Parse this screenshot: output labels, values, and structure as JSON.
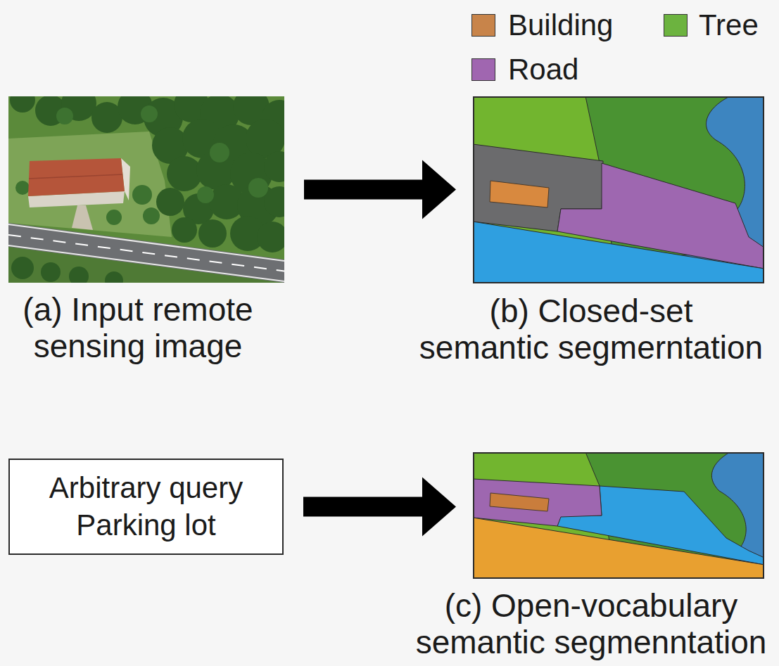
{
  "diagram": {
    "nodes": [
      {
        "text": [
          "(a) Input remote sensing image"
        ]
      },
      {
        "text": [
          "(b) Closed-set semantic segmerntation"
        ]
      },
      {
        "text": [
          "Arbitrary query",
          "Parking lot"
        ]
      },
      {
        "text": [
          "(c) Open-vocabulary semantic segmenntation"
        ]
      }
    ],
    "edges": [
      {
        "from": 0,
        "to": 1,
        "arrow": "to"
      },
      {
        "from": 2,
        "to": 3,
        "arrow": "to"
      }
    ],
    "legend": [
      {
        "text": "Building",
        "color": "#c8844a"
      },
      {
        "text": "Tree",
        "color": "#6cb33f"
      },
      {
        "text": "Road",
        "color": "#a066b0"
      }
    ]
  }
}
